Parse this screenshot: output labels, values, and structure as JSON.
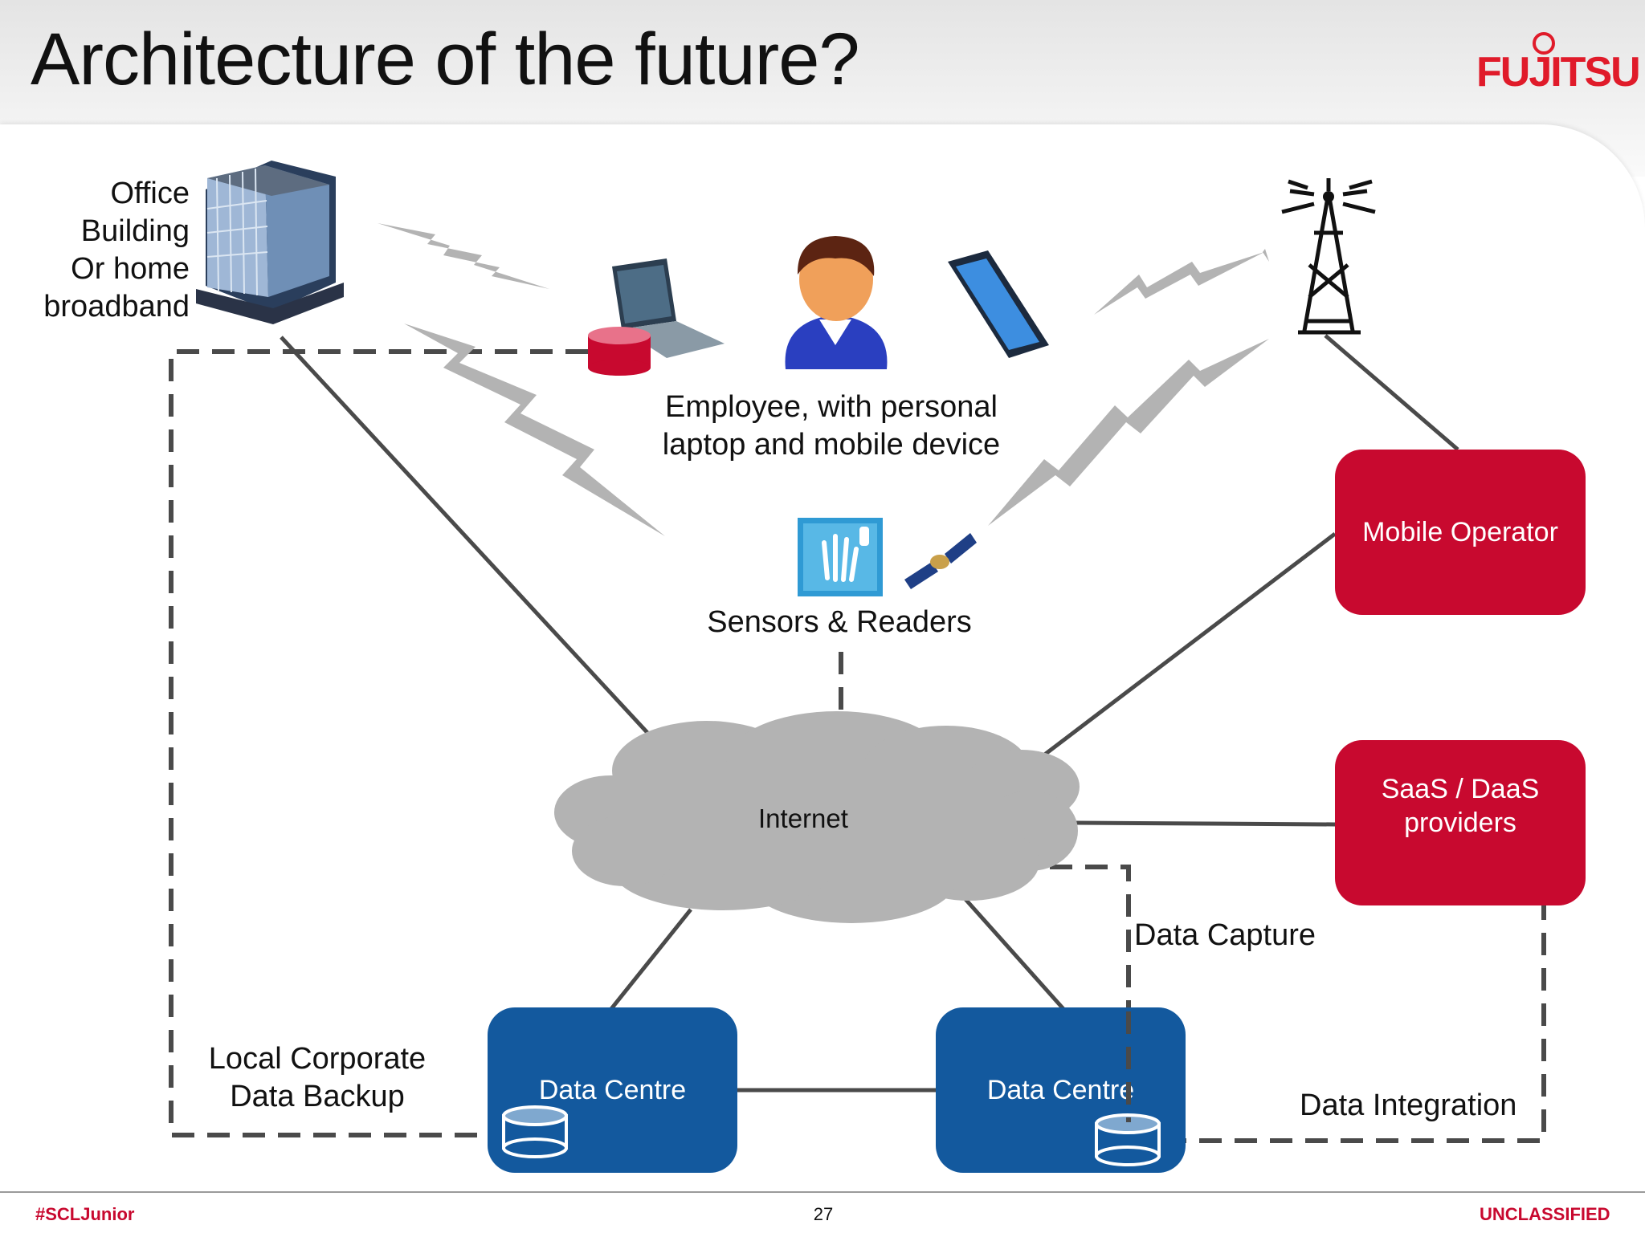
{
  "title": "Architecture of the future?",
  "logo_text": "FUJITSU",
  "labels": {
    "office_lines": [
      "Office",
      "Building",
      "Or home",
      "broadband"
    ],
    "employee_lines": [
      "Employee, with personal",
      "laptop and mobile device"
    ],
    "sensors": "Sensors & Readers",
    "internet": "Internet",
    "data_capture": "Data Capture",
    "backup_lines": [
      "Local Corporate",
      "Data Backup"
    ],
    "data_integration": "Data Integration"
  },
  "boxes": {
    "mobile_operator": "Mobile Operator",
    "saas": "SaaS / DaaS\nproviders",
    "data_centre_left": "Data Centre",
    "data_centre_right": "Data Centre"
  },
  "colors": {
    "red_box": "#c8092f",
    "blue_box": "#13599e",
    "cloud": "#b3b3b3",
    "bolt": "#b3b3b3",
    "line": "#4a4a4a"
  },
  "footer": {
    "hashtag": "#SCLJunior",
    "page_number": "27",
    "classification": "UNCLASSIFIED"
  }
}
